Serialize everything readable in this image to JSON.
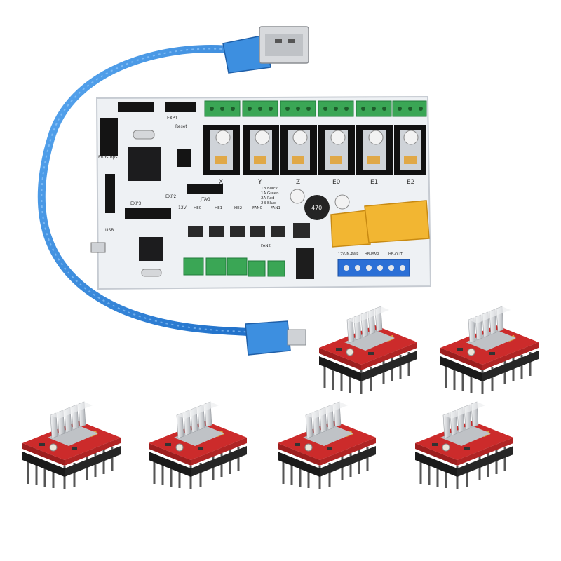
{
  "scene": {
    "background": "#ffffff",
    "board": {
      "color": "#eef1f4",
      "axis_labels": [
        "X",
        "Y",
        "Z",
        "E0",
        "E1",
        "E2"
      ],
      "header_labels": [
        "EXP1",
        "EXP2",
        "EXP3",
        "Reset",
        "USB",
        "12V"
      ],
      "heater_labels": [
        "HE0",
        "HE1",
        "HE2",
        "FAN0",
        "FAN1",
        "FAN2"
      ],
      "power_labels": [
        "12V-IN-PWR",
        "HB-PWR",
        "HB-OUT"
      ],
      "misc_labels": [
        "Endstops",
        "JTAG",
        "470"
      ],
      "stepper_wire_legend": [
        "1B Black",
        "1A Green",
        "2A Red",
        "2B Blue"
      ],
      "terminal_green": "#3aa655",
      "terminal_blue": "#2b6fd6",
      "fuse_color": "#f2b632"
    },
    "cable": {
      "color": "#3b8fe0",
      "connector": "USB"
    },
    "drivers": {
      "count": 6,
      "pcb_color": "#cc2b2b",
      "heatsink_color": "#d9dadc"
    }
  }
}
